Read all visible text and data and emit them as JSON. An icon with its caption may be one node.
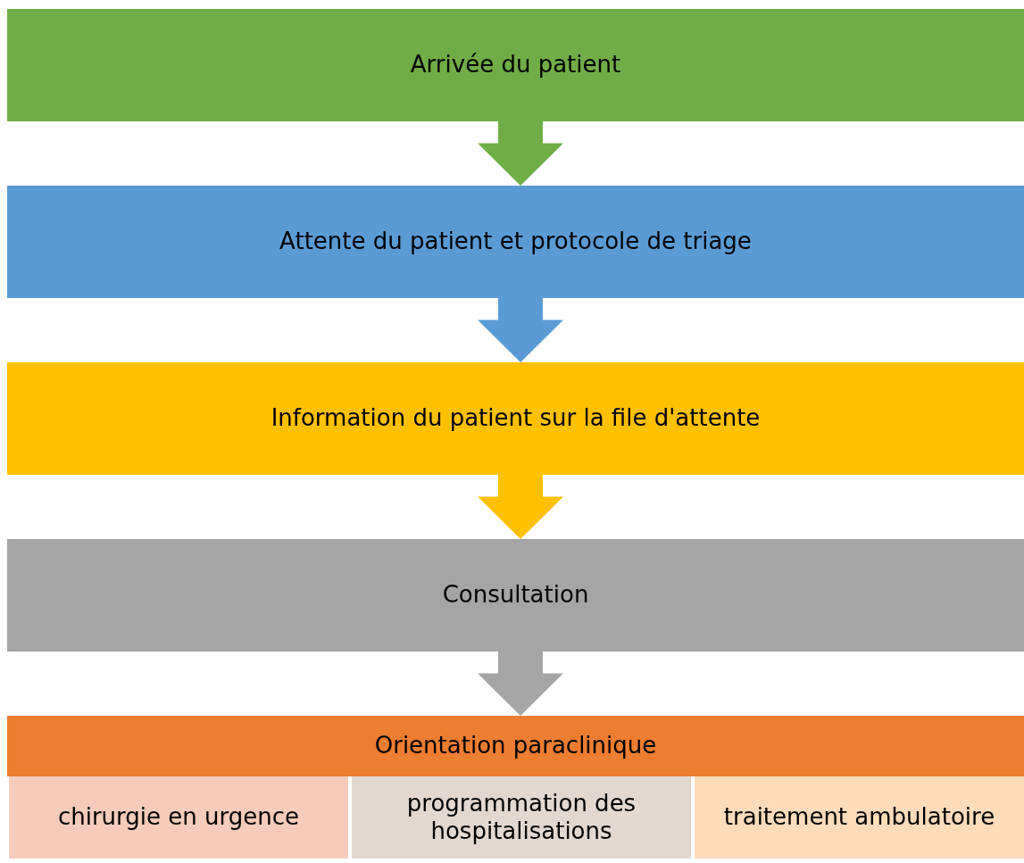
{
  "diagram": {
    "nodes": [
      {
        "text": [
          "Arrivée du patient"
        ]
      },
      {
        "text": [
          "Attente du patient et protocole de triage"
        ]
      },
      {
        "text": [
          "Information du patient sur la file d'attente"
        ]
      },
      {
        "text": [
          "Consultation"
        ]
      },
      {
        "text": [
          "Orientation paraclinique"
        ]
      },
      {
        "text": [
          "chirurgie en urgence"
        ]
      },
      {
        "text": [
          "programmation des hospitalisations"
        ]
      },
      {
        "text": [
          "traitement ambulatoire"
        ]
      }
    ],
    "edges": [
      {
        "from": 0,
        "to": 1,
        "arrow": "to",
        "color": "#70ad47"
      },
      {
        "from": 1,
        "to": 2,
        "arrow": "to",
        "color": "#5b9bd5"
      },
      {
        "from": 2,
        "to": 3,
        "arrow": "to",
        "color": "#ffc000"
      },
      {
        "from": 3,
        "to": 4,
        "arrow": "to",
        "color": "#a5a5a5"
      }
    ]
  }
}
